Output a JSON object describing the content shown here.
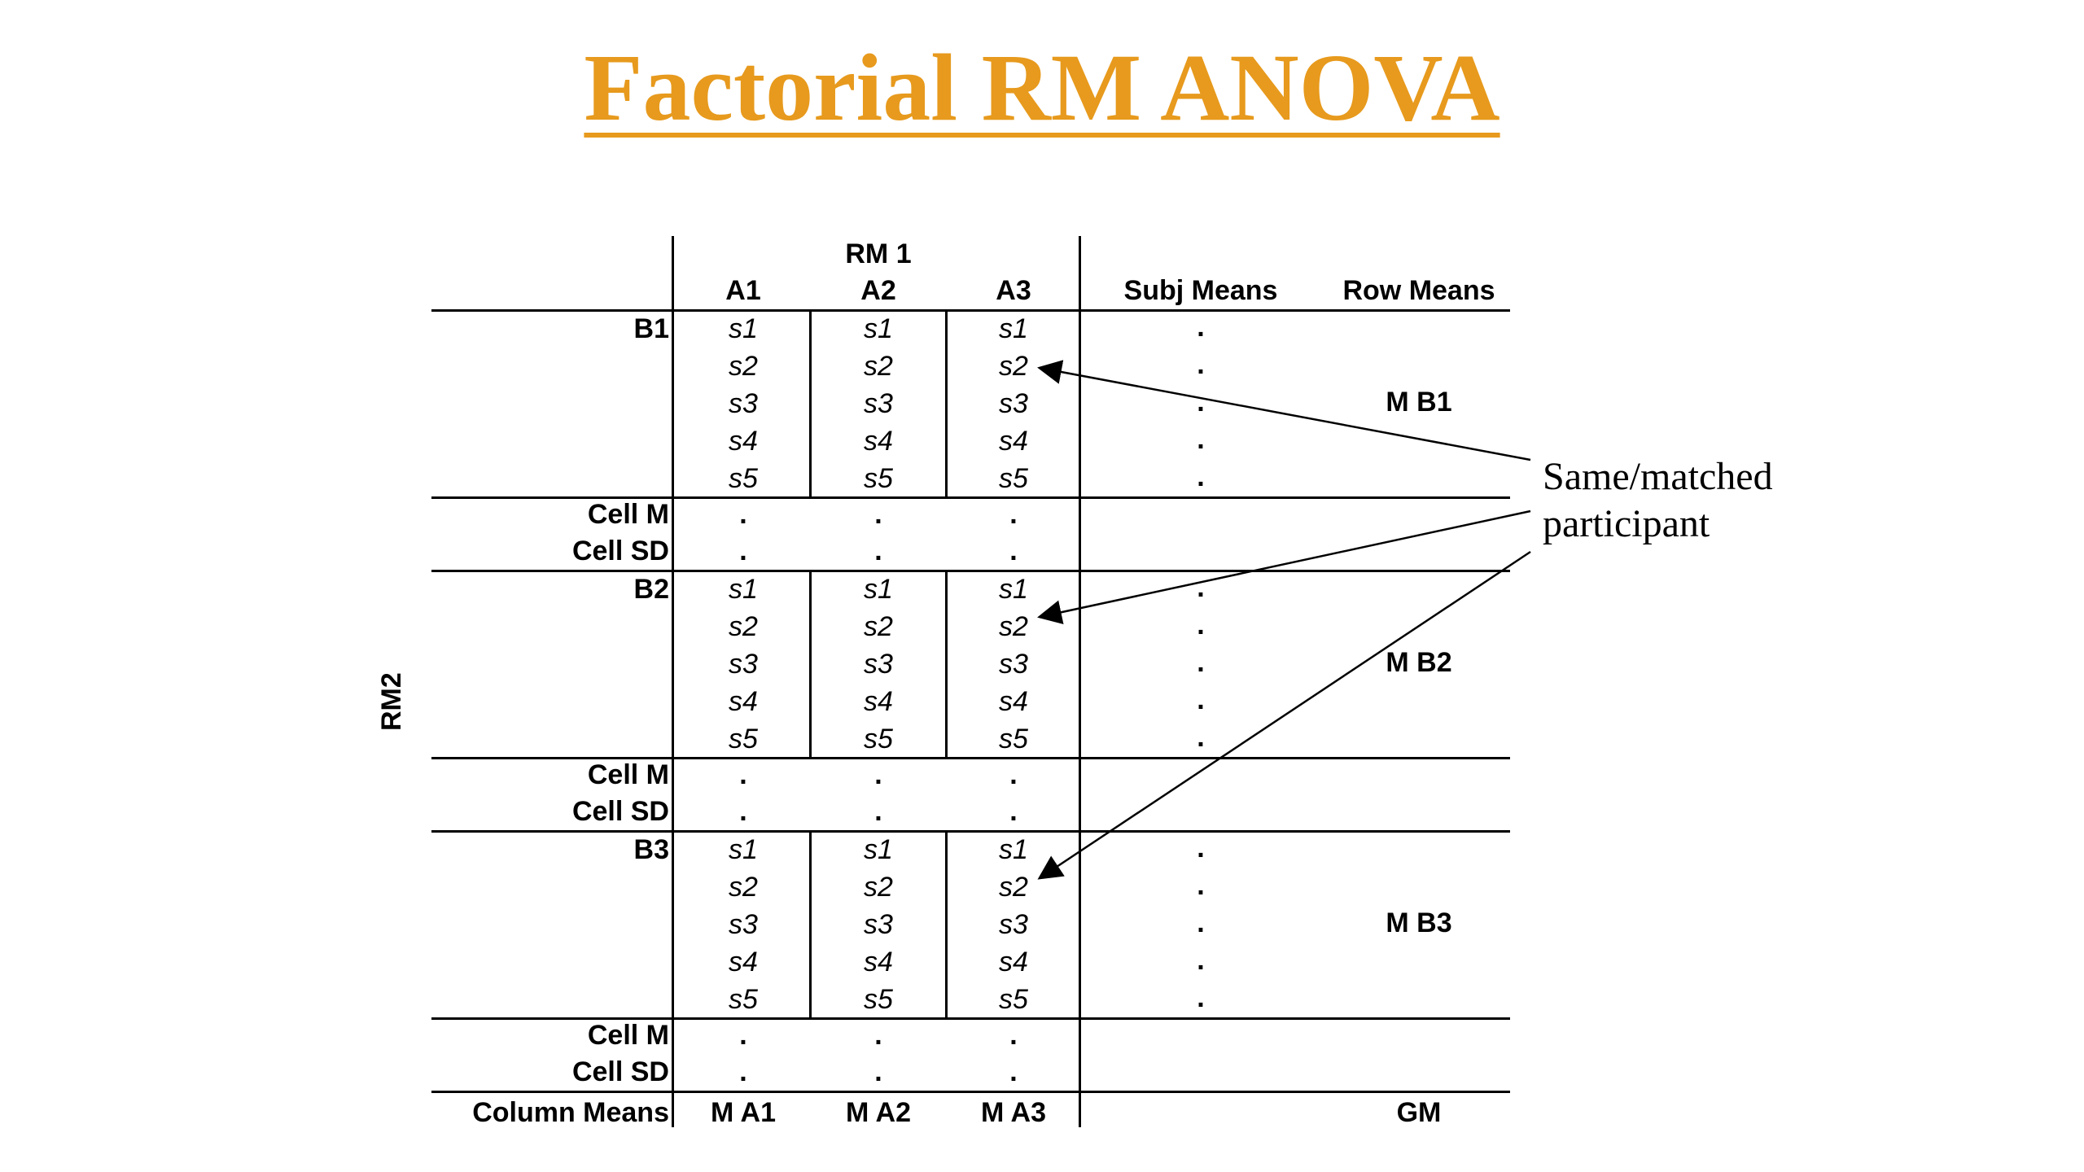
{
  "title": "Factorial RM ANOVA",
  "header": {
    "factor1": "RM 1",
    "levels": [
      "A1",
      "A2",
      "A3"
    ],
    "subj_means": "Subj Means",
    "row_means": "Row Means"
  },
  "factor2": "RM2",
  "blocks": [
    {
      "label": "B1",
      "row_mean": "M B1"
    },
    {
      "label": "B2",
      "row_mean": "M B2"
    },
    {
      "label": "B3",
      "row_mean": "M B3"
    }
  ],
  "subjects": [
    "s1",
    "s2",
    "s3",
    "s4",
    "s5"
  ],
  "cell_m_label": "Cell M",
  "cell_sd_label": "Cell SD",
  "dot": ".",
  "column_means": {
    "label": "Column Means",
    "values": [
      "M A1",
      "M A2",
      "M A3"
    ],
    "grand_mean": "GM"
  },
  "annotation": "Same/matched participant"
}
